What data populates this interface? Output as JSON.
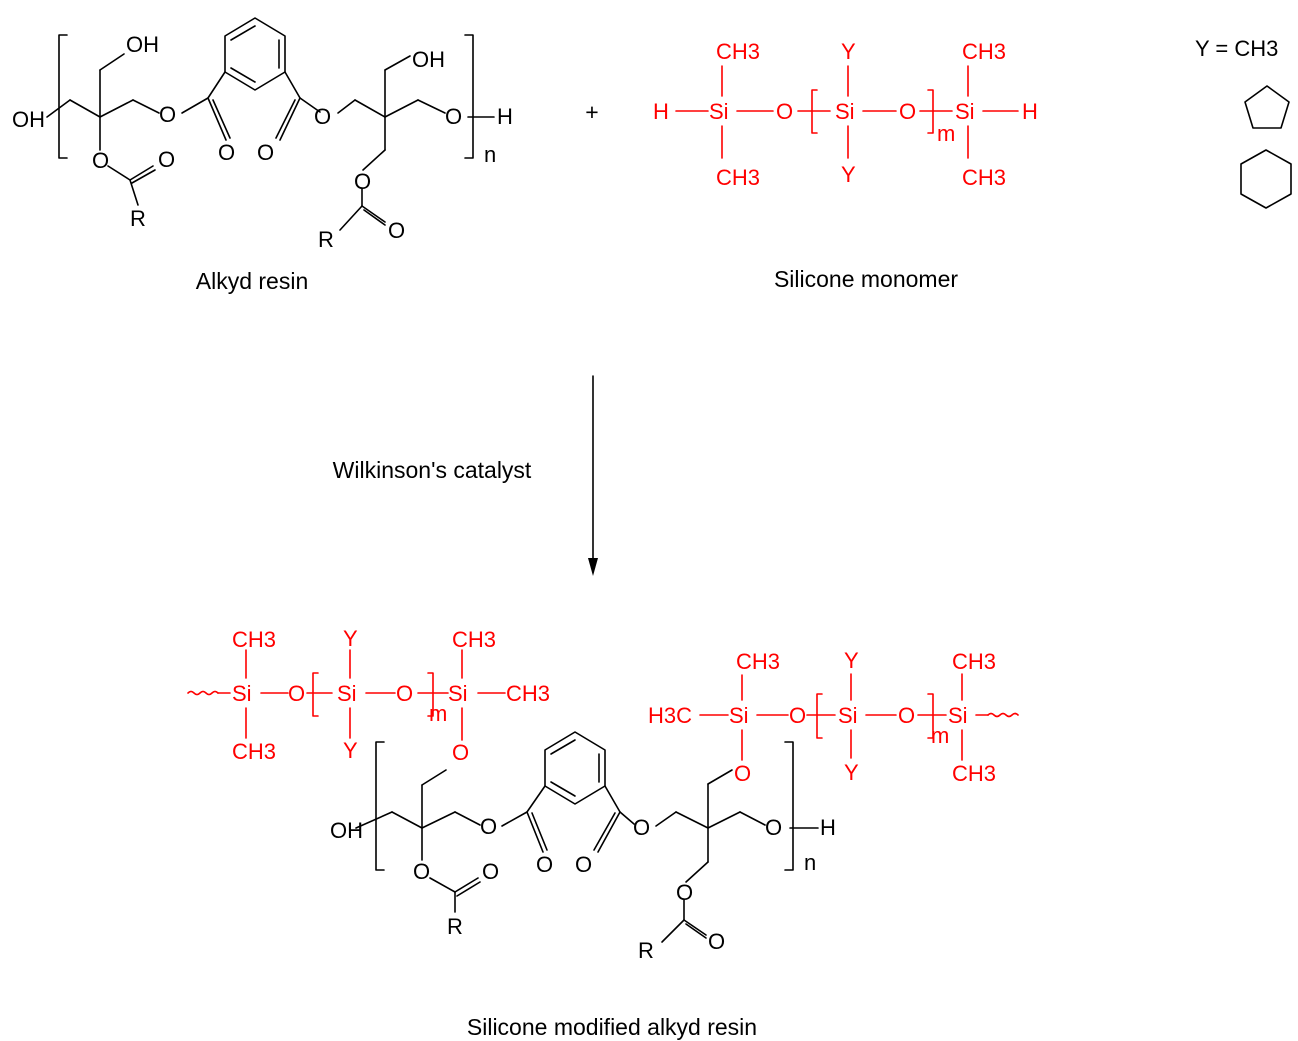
{
  "colors": {
    "black": "#000000",
    "silicone_red": "#ff0000"
  },
  "labels": {
    "alkyd_resin": "Alkyd resin",
    "silicone_monomer": "Silicone monomer",
    "plus": "+",
    "catalyst": "Wilkinson's catalyst",
    "product": "Silicone modified alkyd resin",
    "y_definition": "Y = CH3"
  },
  "atoms": {
    "OH": "OH",
    "O": "O",
    "H": "H",
    "R": "R",
    "n": "n",
    "m": "m",
    "Si": "Si",
    "CH3": "CH3",
    "H3C": "H3C",
    "Y": "Y"
  }
}
